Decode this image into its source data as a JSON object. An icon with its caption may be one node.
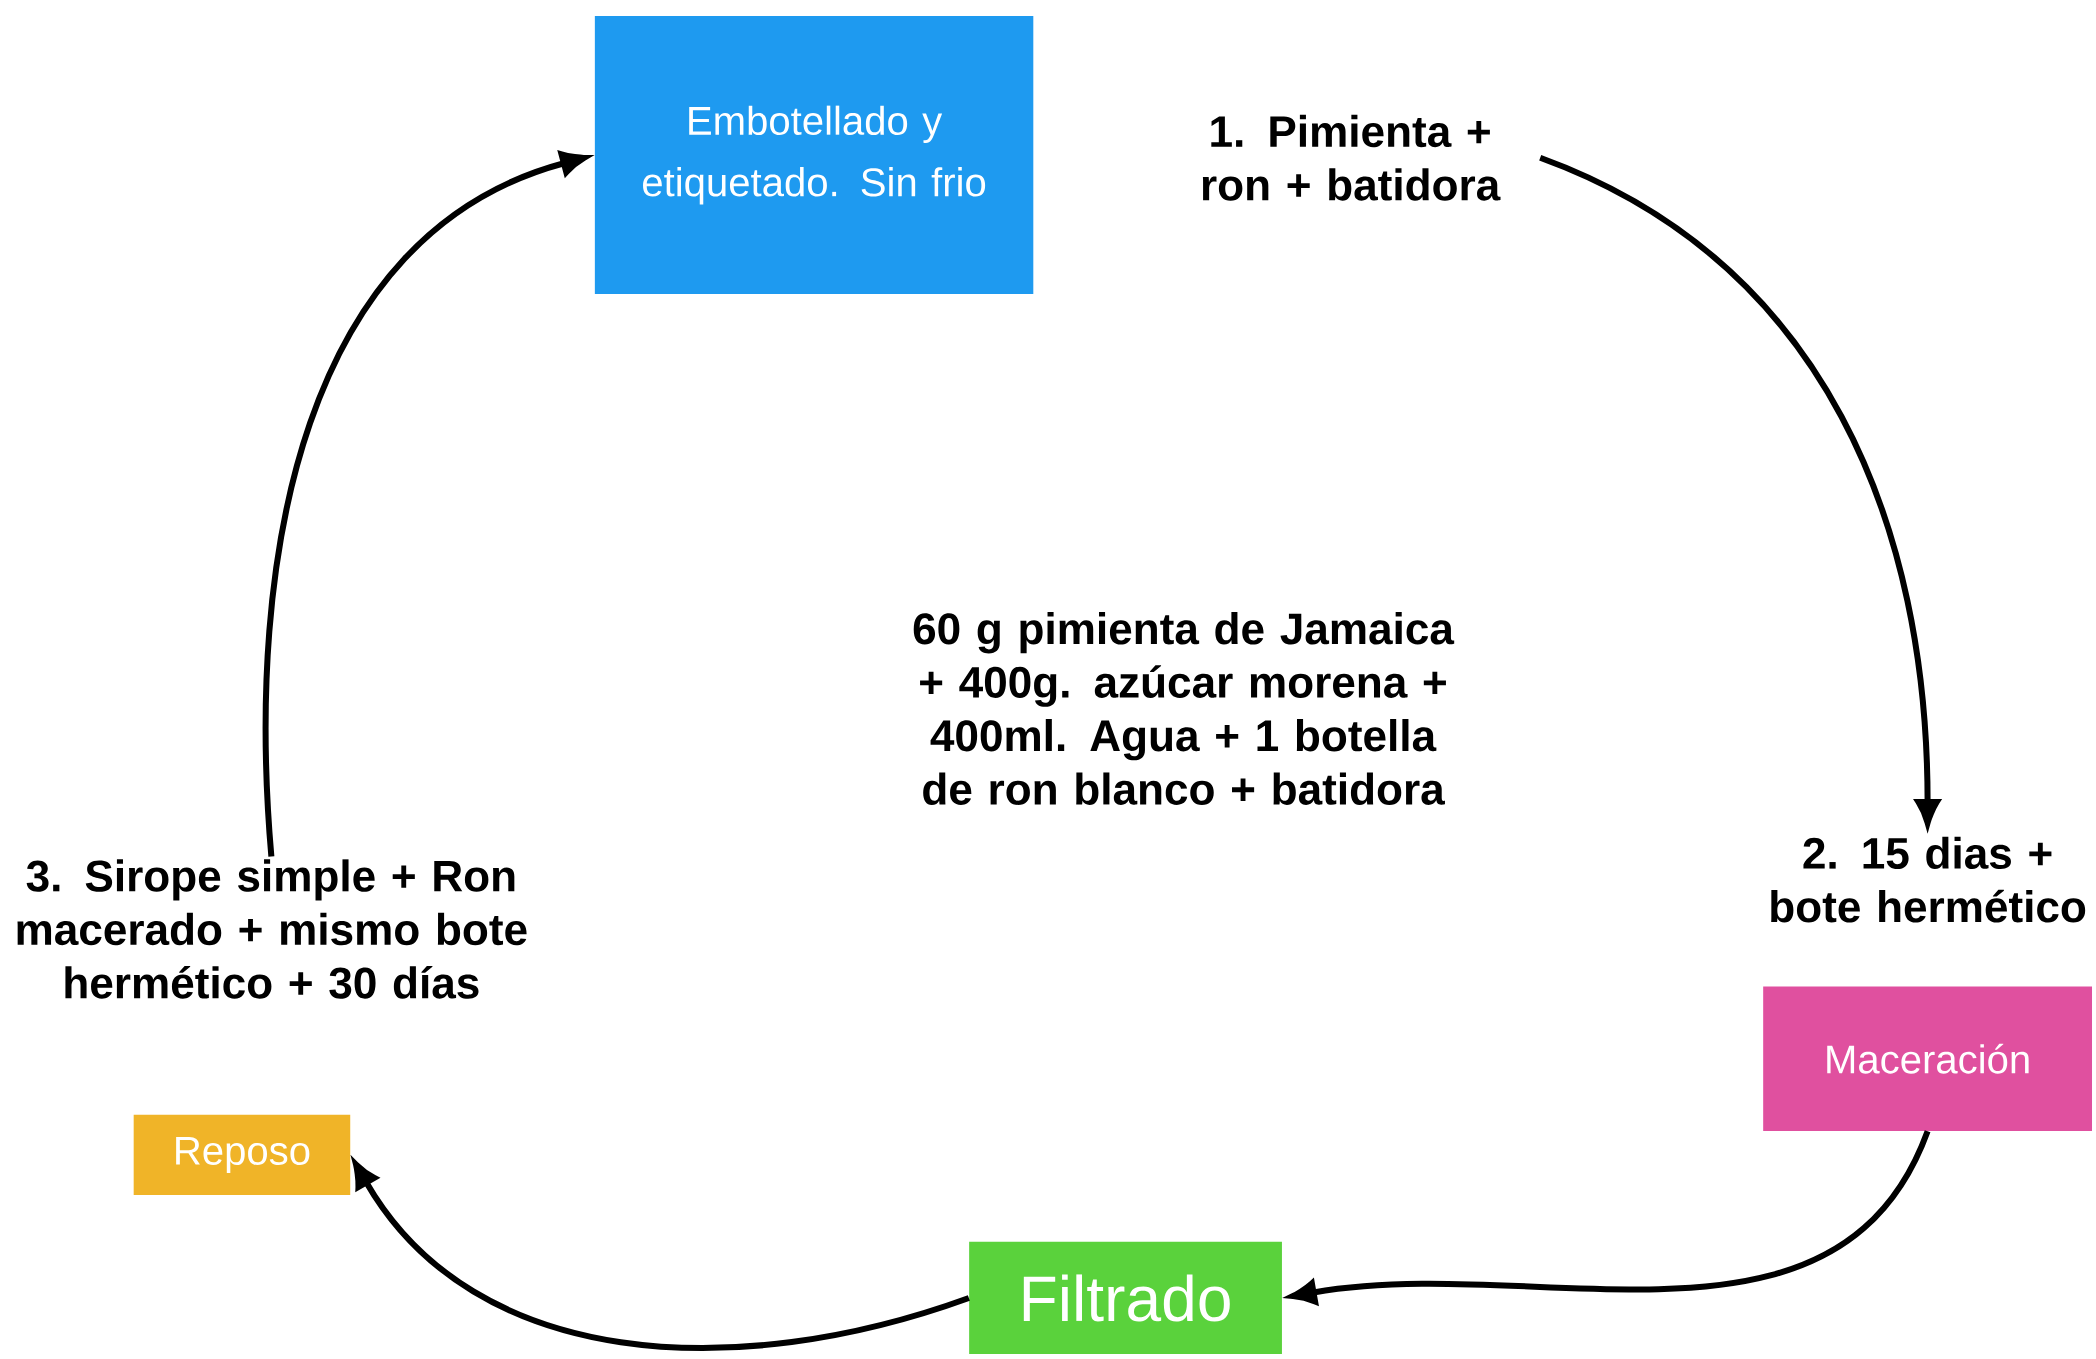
{
  "diagram": {
    "nodes": [
      {
        "text": [
          "Embotellado y etiquetado. Sin frio"
        ]
      },
      {
        "text": [
          "1. Pimienta + ron + batidora"
        ]
      },
      {
        "text": [
          "2. 15 dias + bote hermético",
          "Maceración"
        ]
      },
      {
        "text": [
          "Filtrado"
        ]
      },
      {
        "text": [
          "3. Sirope simple + Ron  macerado + mismo bote hermético + 30 días",
          "Reposo"
        ]
      }
    ],
    "edges": [
      {
        "from": 1,
        "to": 2,
        "arrow": "to"
      },
      {
        "from": 2,
        "to": 3,
        "arrow": "to"
      },
      {
        "from": 3,
        "to": 4,
        "arrow": "to"
      },
      {
        "from": 4,
        "to": 0,
        "arrow": "to"
      }
    ],
    "labels": [
      "60 g pimienta de Jamaica + 400g. azúcar morena + 400ml. Agua + 1 botella de ron blanco + batidora"
    ]
  }
}
